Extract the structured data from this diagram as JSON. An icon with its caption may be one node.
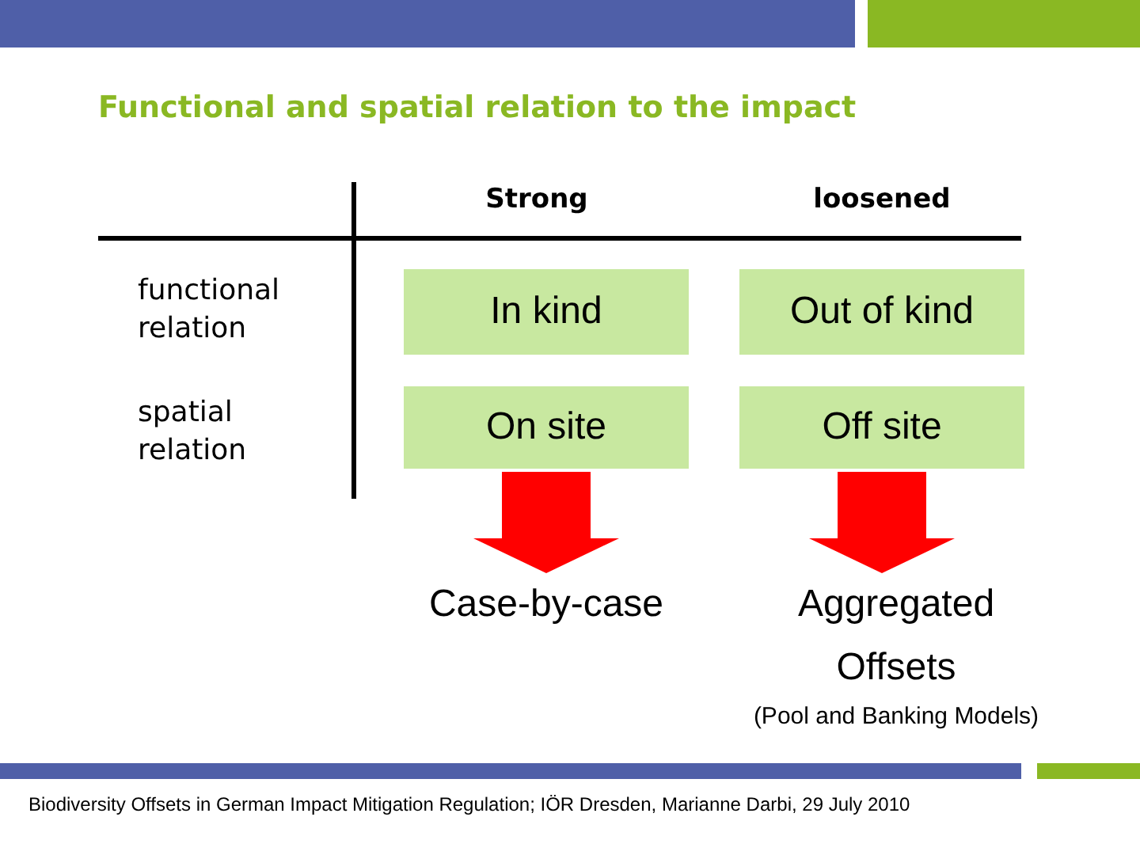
{
  "diagram": {
    "title": "Functional and spatial relation to the impact",
    "nodes": [
      {
        "text": [
          "In kind"
        ]
      },
      {
        "text": [
          "Out of kind"
        ]
      },
      {
        "text": [
          "On site"
        ]
      },
      {
        "text": [
          "Off site"
        ]
      },
      {
        "text": [
          "Case-by-case"
        ]
      },
      {
        "text": [
          "Aggregated Offsets"
        ],
        "beside": [
          "(Pool and Banking Models)"
        ]
      }
    ],
    "edges": [
      {
        "from": 2,
        "to": 4,
        "arrow": "to"
      },
      {
        "from": 3,
        "to": 5,
        "arrow": "to"
      }
    ],
    "labels": [
      "Strong",
      "loosened",
      "functional relation",
      "spatial relation",
      "Biodiversity Offsets in German Impact Mitigation Regulation; IÖR Dresden, Marianne Darbi, 29 July 2010"
    ]
  }
}
